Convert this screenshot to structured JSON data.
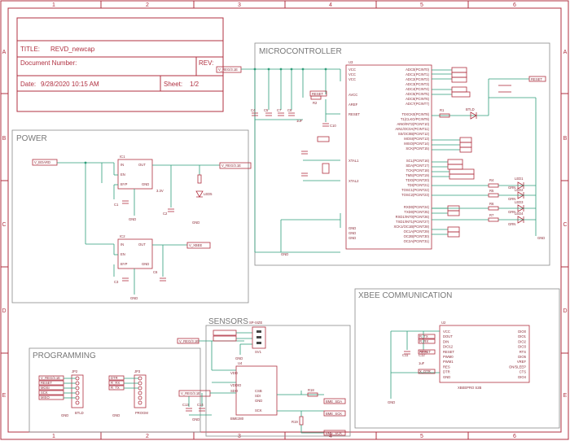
{
  "frame": {
    "columns": [
      "1",
      "2",
      "3",
      "4",
      "5",
      "6"
    ],
    "rows": [
      "A",
      "B",
      "C",
      "D",
      "E"
    ]
  },
  "title_block": {
    "title_label": "TITLE:",
    "title_value": "REVD_newcap",
    "docnum_label": "Document Number:",
    "rev_label": "REV:",
    "date_label": "Date:",
    "date_value": "9/28/2020 10:15 AM",
    "sheet_label": "Sheet:",
    "sheet_value": "1/2"
  },
  "sections": {
    "power": "POWER",
    "microcontroller": "MICROCONTROLLER",
    "sensors": "SENSORS",
    "programming": "PROGRAMMING",
    "xbee": "XBEE COMMUNICATION"
  },
  "microcontroller": {
    "ref": "U3",
    "pins_left": [
      "VCC",
      "VCC",
      "VCC",
      "AVCC",
      "AREF",
      "RESET",
      "XTAL1",
      "XTAL2",
      "GND",
      "GND",
      "GND"
    ],
    "pins_right": [
      "ADC0(PCINT0)",
      "ADC1(PCINT1)",
      "ADC2(PCINT2)",
      "ADC3(PCINT3)",
      "ADC4(PCINT4)",
      "ADC5(PCINT5)",
      "ADC6(PCINT6)",
      "ADC7(PCINT7)",
      "T0XCK0(PCINT8)",
      "T1(CLKO/PCINT9)",
      "AIN0/INT2(PCINT10)",
      "AIN1/OC0A(PCINT11)",
      "SS/OC0B(PCINT12)",
      "MOSI(PCINT13)",
      "MISO(PCINT14)",
      "SCK(PCINT15)",
      "SCL(PCINT16)",
      "SDA(PCINT17)",
      "TCK(PCINT18)",
      "TMS(PCINT19)",
      "TDO(PCINT20)",
      "TDI(PCINT21)",
      "TOSC1(PCINT22)",
      "TOSC2(PCINT23)",
      "RXD0(PCINT24)",
      "TXD0(PCINT25)",
      "RXD1/INT0(PCINT26)",
      "TXD1/INT1(PCINT27)",
      "XCK1/OC1B(PCINT28)",
      "OC1A(PCINT29)",
      "OC2B(PCINT30)",
      "OC2A(PCINT31)"
    ],
    "caps": [
      "C4",
      "C5",
      "C7",
      "C8"
    ],
    "cap_value": "1uF",
    "r1": "R1",
    "btld": "BTLD",
    "r2": "R2",
    "c10": "C10",
    "reset_label": "RESET",
    "leds": [
      "LED1",
      "LED2",
      "LED3",
      "LED4"
    ],
    "led_color": "GRN",
    "led_resistors": [
      "R4",
      "R5",
      "R6",
      "R7"
    ],
    "gnd": "GND",
    "vreg_net": "V_REG/3.1E"
  },
  "power": {
    "ic1": "IC1",
    "ic2": "IC2",
    "pins": [
      "IN",
      "OUT",
      "EN",
      "BYP",
      "GND"
    ],
    "caps": [
      "C1",
      "C2",
      "C3",
      "C6"
    ],
    "v33": "3.3V",
    "net_out": "V_REG/3.1E",
    "net_xbee": "V_XBEE",
    "net_in": "V_BOARD",
    "led_ref": "LED5",
    "gnd": "GND"
  },
  "sensors": {
    "ref": "U4",
    "part": "BME280",
    "conn": "SV1",
    "conn_label": "SP-SIZE",
    "pins": [
      "VDD",
      "VDDIO",
      "SDO",
      "GND",
      "SCK",
      "SDI",
      "CSB"
    ],
    "r18": "R18",
    "r19": "R19",
    "c13": "C13",
    "c14": "C14",
    "net": "V_REG/3.1E",
    "bme_sda": "BME_SDA",
    "bme_sck": "BME_SCK",
    "gnd": "GND"
  },
  "programming": {
    "jp2": "JP2",
    "jp3": "JP3",
    "jp2_label": "BTLD",
    "jp3_label": "PROGM",
    "jp2_nets": [
      "V_REG/3.1E",
      "RESET",
      "MOSI",
      "SCK",
      "MISO",
      "GND"
    ],
    "jp3_nets": [
      "DTR",
      "R_RX",
      "R_TX",
      "GND",
      "GND",
      "GND"
    ],
    "gnd": "GND"
  },
  "xbee": {
    "ref": "U2",
    "part": "XBEEPRO S2B",
    "pins_left": [
      "VCC",
      "DOUT",
      "DIN",
      "DIO12",
      "RESET",
      "PWM0",
      "PWM1",
      "RES",
      "DTR",
      "GND"
    ],
    "pins_right": [
      "DIO0",
      "DIO1",
      "DIO2",
      "DIO3",
      "RTS",
      "DIO5",
      "VREF",
      "ON/SLEEP",
      "CTS",
      "DIO4"
    ],
    "caps": [
      "C11",
      "C12"
    ],
    "cap_value": "1uF",
    "nets_left": [
      "V_XBEE",
      "R_TX",
      "R_RX",
      "RESET",
      "X_DTR"
    ],
    "gnd": "GND"
  }
}
